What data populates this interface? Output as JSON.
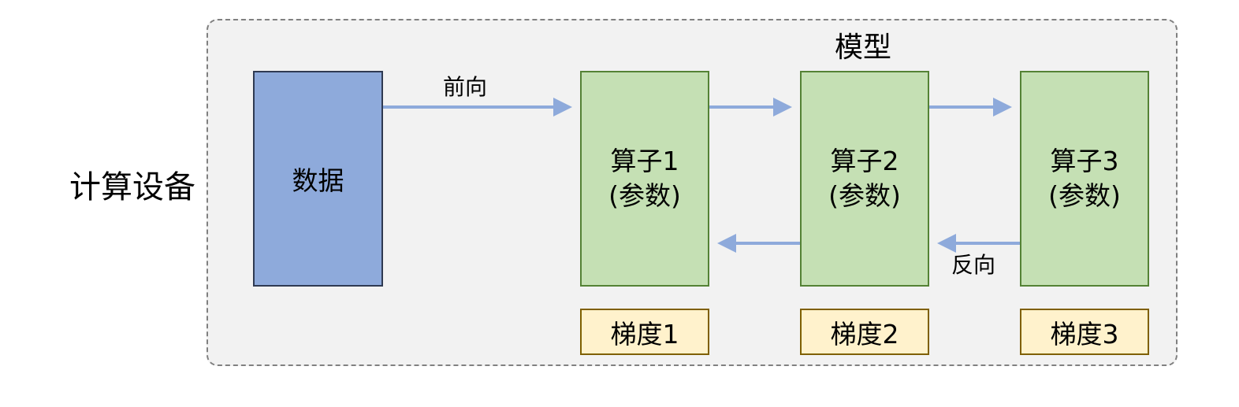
{
  "device_label": "计算设备",
  "model_label": "模型",
  "data_block": {
    "label": "数据"
  },
  "operators": [
    {
      "name": "算子1",
      "sub": "(参数)"
    },
    {
      "name": "算子2",
      "sub": "(参数)"
    },
    {
      "name": "算子3",
      "sub": "(参数)"
    }
  ],
  "gradients": [
    {
      "label": "梯度1"
    },
    {
      "label": "梯度2"
    },
    {
      "label": "梯度3"
    }
  ],
  "arrows": {
    "forward_label": "前向",
    "backward_label": "反向",
    "color": "#8eaadb"
  },
  "colors": {
    "container_fill": "#f2f2f2",
    "data_fill": "#8eaadb",
    "operator_fill": "#c5e0b4",
    "gradient_fill": "#fff2cc"
  }
}
